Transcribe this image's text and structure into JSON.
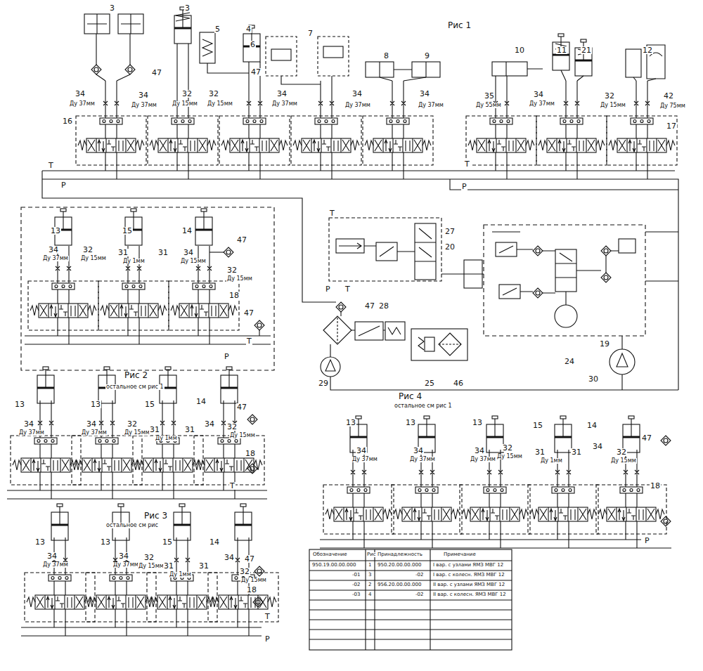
{
  "diagram": {
    "labels": [
      "Рис 1",
      "3",
      "3",
      "5",
      "4",
      "6",
      "7",
      "8",
      "9",
      "10",
      "11",
      "21",
      "12",
      "47",
      "47",
      "34",
      "Ду 37мм",
      "34",
      "Ду 37мм",
      "32",
      "Ду 15мм",
      "32",
      "Ду 15мм",
      "34",
      "Ду 37мм",
      "34",
      "Ду 37мм",
      "34",
      "Ду 37мм",
      "35",
      "Ду 55мм",
      "34",
      "Ду 37мм",
      "32",
      "Ду 15мм",
      "42",
      "Ду 75мм",
      "16",
      "17",
      "T",
      "P",
      "P",
      "T",
      "13",
      "15",
      "14",
      "47",
      "34",
      "Ду 37мм",
      "32",
      "Ду 15мм",
      "31",
      "Ду 1мм",
      "31",
      "34",
      "Ду 15мм",
      "32",
      "Ду 15мм",
      "18",
      "47",
      "T",
      "P",
      "T",
      "P",
      "T",
      "47",
      "28",
      "27",
      "20",
      "19",
      "24",
      "30",
      "29",
      "25",
      "46",
      "Рис 2",
      "остальное см рис 1",
      "13",
      "13",
      "15",
      "14",
      "47",
      "34",
      "Ду 37мм",
      "34",
      "Ду 37мм",
      "32",
      "Ду 15мм",
      "31",
      "Ду 1мм",
      "31",
      "34",
      "Ду 15мм",
      "32",
      "18",
      "T",
      "Рис 3",
      "остальное см рис",
      "13",
      "13",
      "15",
      "14",
      "47",
      "34",
      "Ду 37мм",
      "34",
      "Ду 37мм",
      "32",
      "Ду 15мм",
      "31",
      "Ду 1мм",
      "31",
      "34",
      "32",
      "Ду 15мм",
      "18",
      "T",
      "P",
      "Рис 4",
      "остальное см рис 1",
      "13",
      "13",
      "13",
      "15",
      "14",
      "47",
      "34",
      "Ду 37мм",
      "34",
      "Ду 37мм",
      "34",
      "Ду 37мм",
      "32",
      "Ду 15мм",
      "31",
      "Ду 1мм",
      "31",
      "34",
      "Ду 15мм",
      "32",
      "18",
      "P",
      "Обозначение",
      "Рис",
      "Принадлежность",
      "Примечание",
      "950.19.00.00.000",
      "1",
      "950.20.00.00.000",
      "I вар. с узлами ЯМЗ МВГ 12",
      "-01",
      "3",
      "-02",
      "I вар. с колесн. ЯМЗ МВГ 12",
      "-02",
      "2",
      "956.20.00.00.000",
      "II вар. с узлами ЯМЗ МВГ 12",
      "-03",
      "4",
      "-02",
      "II вар. с колесн. ЯМЗ МВГ 12"
    ]
  }
}
